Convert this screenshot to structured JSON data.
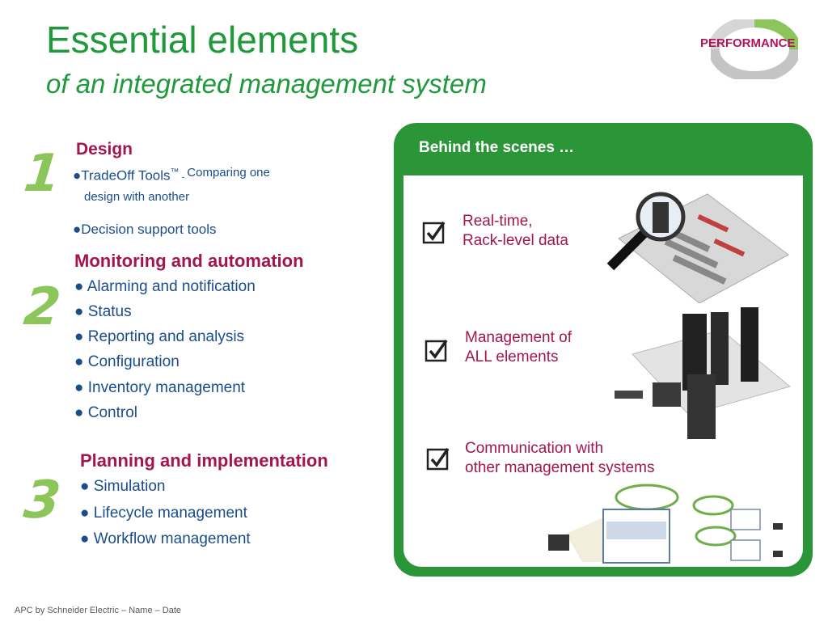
{
  "header": {
    "title": "Essential elements",
    "subtitle": "of an integrated management system",
    "badge": "PERFORMANCE"
  },
  "sections": [
    {
      "number": "1",
      "title": "Design",
      "tradeoff_bullet": "●TradeOff Tools",
      "tradeoff_tm": "™",
      "tradeoff_dash": " - ",
      "tradeoff_desc": "Comparing one",
      "tradeoff_desc2": "design with another",
      "decision": "●Decision support tools"
    },
    {
      "number": "2",
      "title": "Monitoring and automation",
      "items": [
        "● Alarming and notification",
        "● Status",
        "● Reporting and analysis",
        "● Configuration",
        "● Inventory management",
        "● Control"
      ]
    },
    {
      "number": "3",
      "title": "Planning and implementation",
      "items": [
        "● Simulation",
        "● Lifecycle management",
        "● Workflow management"
      ]
    }
  ],
  "panel": {
    "title": "Behind the scenes …",
    "features": [
      {
        "line1": "Real-time,",
        "line2": "Rack-level data"
      },
      {
        "line1": "Management of",
        "line2": "ALL elements"
      },
      {
        "line1": "Communication with",
        "line2": "other management systems"
      }
    ]
  },
  "footer": "APC by Schneider Electric – Name – Date",
  "colors": {
    "title_green": "#1e9a3a",
    "accent_magenta": "#a3154e",
    "item_blue": "#1a4d8c",
    "panel_green": "#2a9638",
    "number_green": "#8cc55a"
  }
}
